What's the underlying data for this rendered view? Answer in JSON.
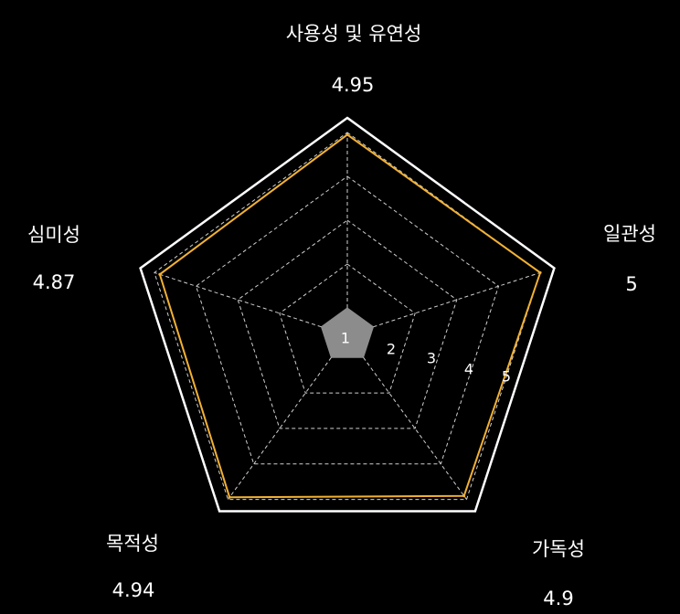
{
  "chart_data": {
    "type": "radar",
    "title": "",
    "max": 5,
    "scale_labels": [
      "1",
      "2",
      "3",
      "4",
      "5"
    ],
    "axes": [
      {
        "name": "사용성 및 유연성",
        "value": 4.95,
        "value_label": "4.95"
      },
      {
        "name": "일관성",
        "value": 5,
        "value_label": "5"
      },
      {
        "name": "가독성",
        "value": 4.9,
        "value_label": "4.9"
      },
      {
        "name": "목적성",
        "value": 4.94,
        "value_label": "4.94"
      },
      {
        "name": "심미성",
        "value": 4.87,
        "value_label": "4.87"
      }
    ],
    "colors": {
      "background": "#000000",
      "outline": "#ffffff",
      "series": "#f2b134",
      "grid": "#cfcfcf",
      "core": "#8c8c8c"
    }
  }
}
